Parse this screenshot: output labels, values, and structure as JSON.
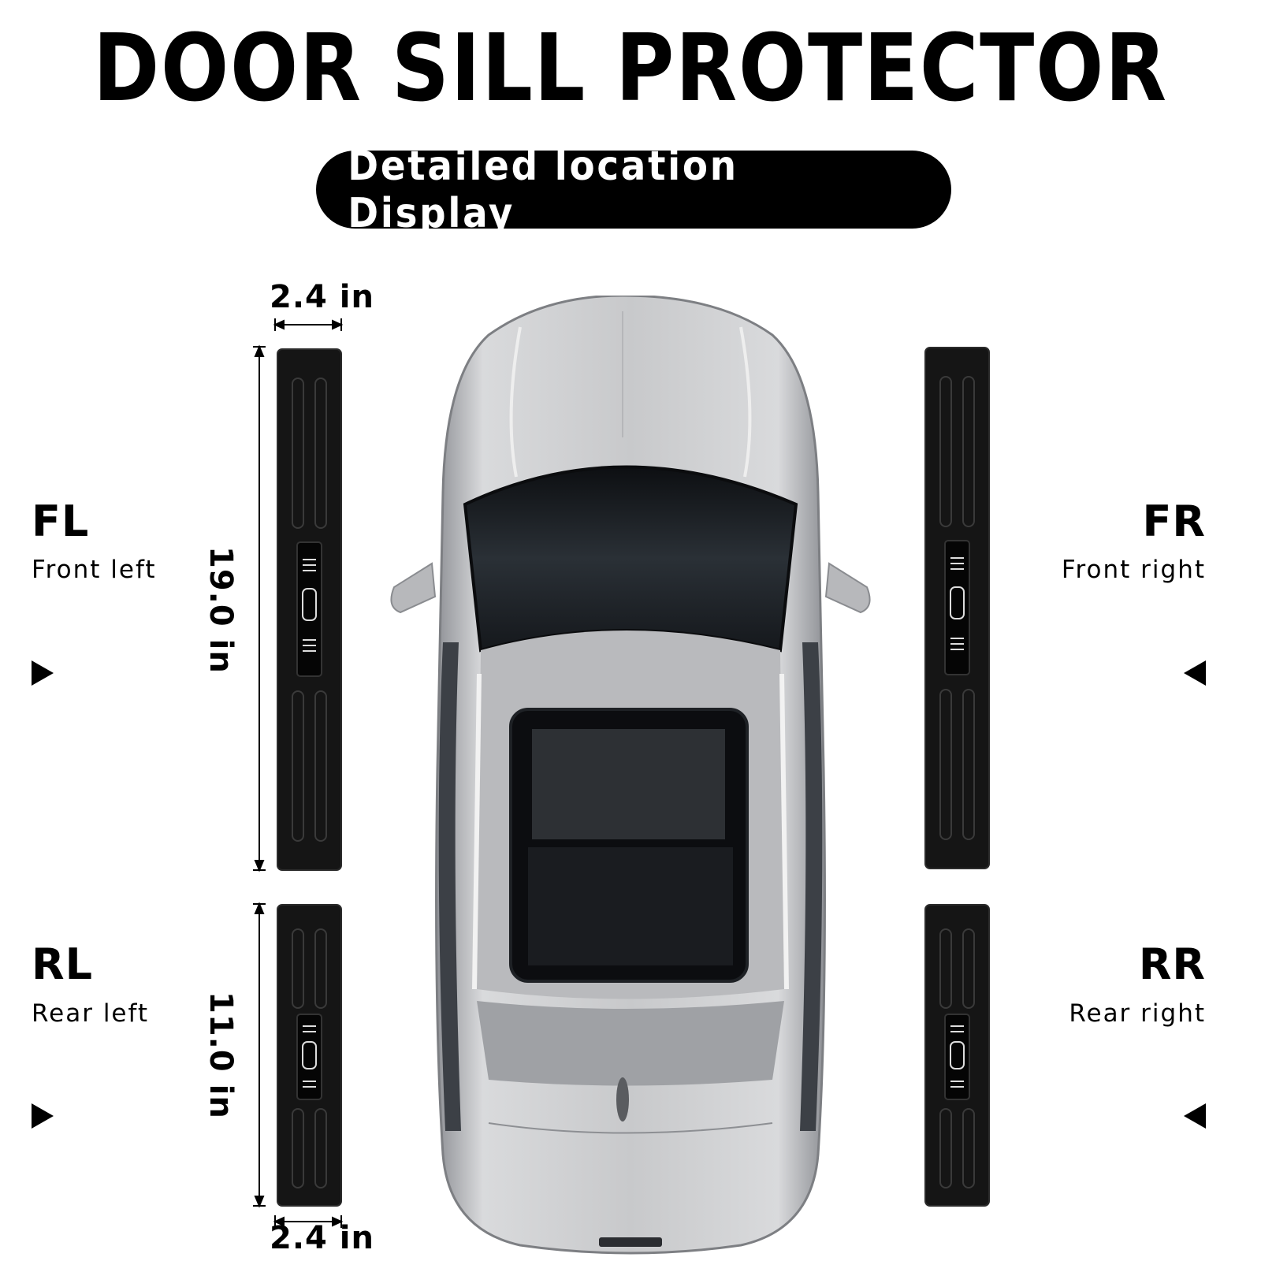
{
  "title": "DOOR SILL PROTECTOR",
  "subtitle": "Detailed location Display",
  "locations": {
    "fl": {
      "code": "FL",
      "name": "Front left"
    },
    "fr": {
      "code": "FR",
      "name": "Front right"
    },
    "rl": {
      "code": "RL",
      "name": "Rear left"
    },
    "rr": {
      "code": "RR",
      "name": "Rear right"
    }
  },
  "dimensions": {
    "width_top": "2.4 in",
    "front_length": "19.0 in",
    "rear_length": "11.0 in",
    "width_bottom": "2.4 in"
  },
  "colors": {
    "sill": "#151515",
    "car_body": "#c9cacc",
    "glass": "#1c1f24",
    "accent": "#000000"
  }
}
